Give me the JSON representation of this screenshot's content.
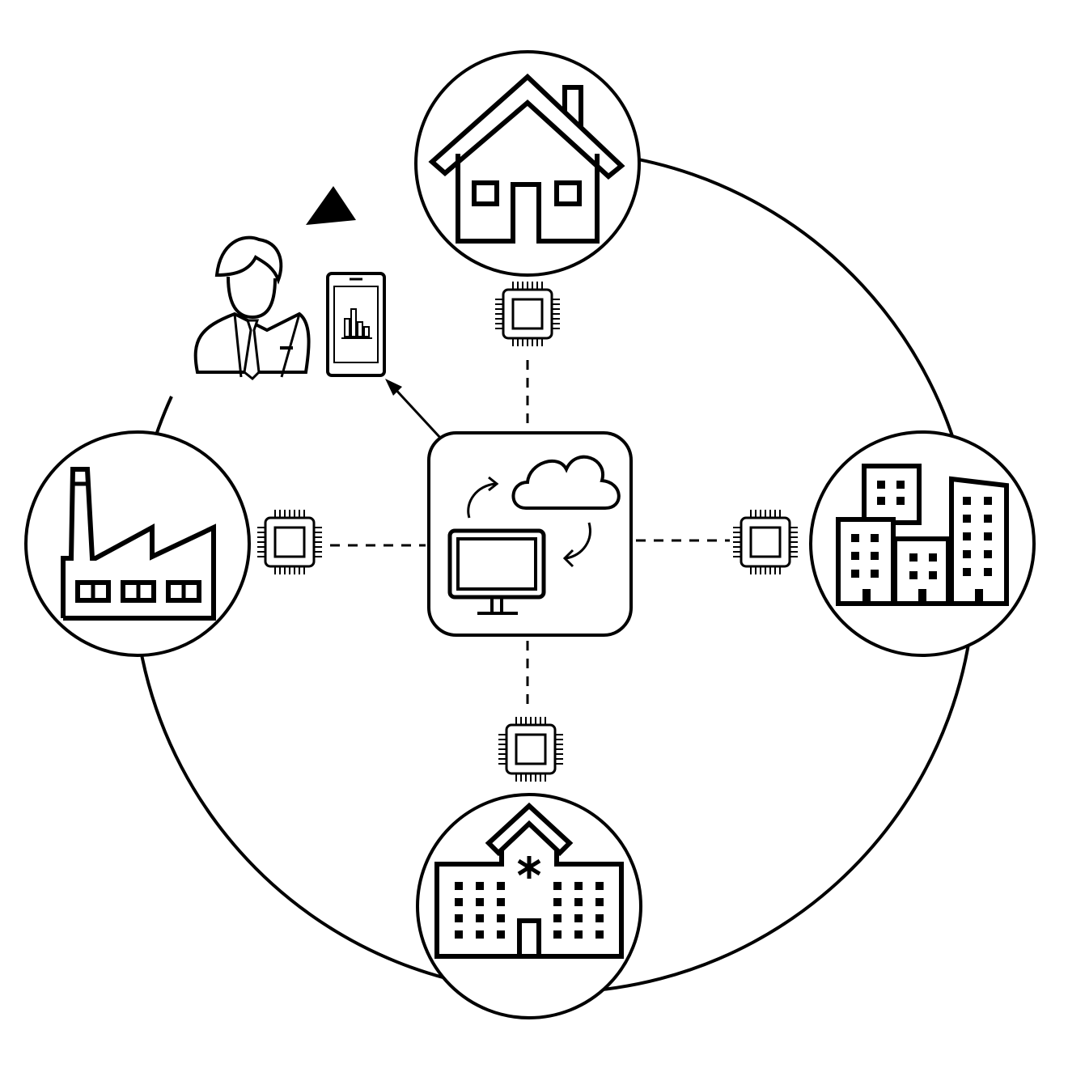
{
  "diagram": {
    "kind": "iot-network",
    "style": "black line icons on white",
    "center": {
      "icon": "monitor-cloud-sync-icon"
    },
    "nodes": [
      {
        "id": "house",
        "icon": "house-icon"
      },
      {
        "id": "office",
        "icon": "office-buildings-icon"
      },
      {
        "id": "hospital",
        "icon": "hospital-icon"
      },
      {
        "id": "factory",
        "icon": "factory-icon"
      }
    ],
    "chips": [
      "chip-icon",
      "chip-icon",
      "chip-icon",
      "chip-icon"
    ],
    "user": {
      "icon": "businessman-icon",
      "device": "smartphone-chart-icon"
    },
    "colors": {
      "line": "#000000",
      "background": "#ffffff"
    }
  }
}
